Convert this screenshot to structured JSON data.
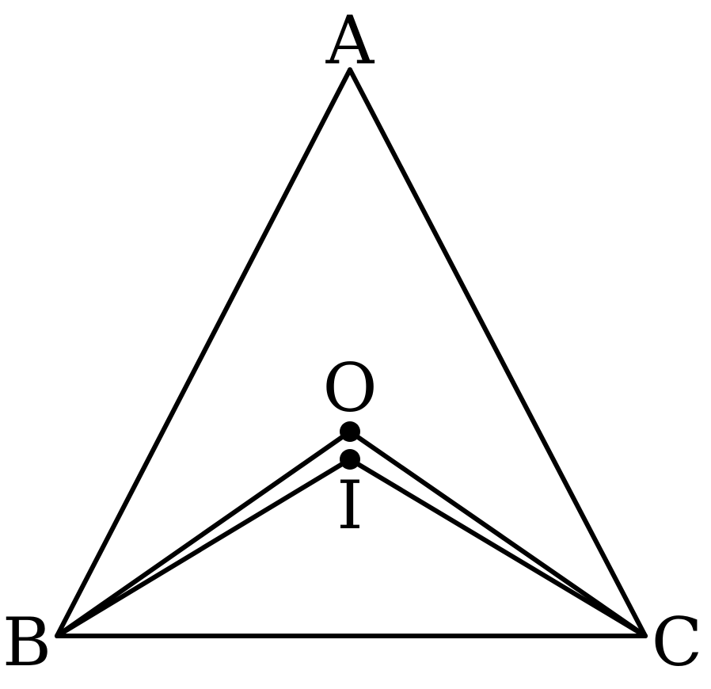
{
  "labels": {
    "A": "A",
    "B": "B",
    "C": "C",
    "O": "O",
    "I": "I"
  },
  "colors": {
    "stroke": "#000000",
    "background": "#ffffff"
  }
}
